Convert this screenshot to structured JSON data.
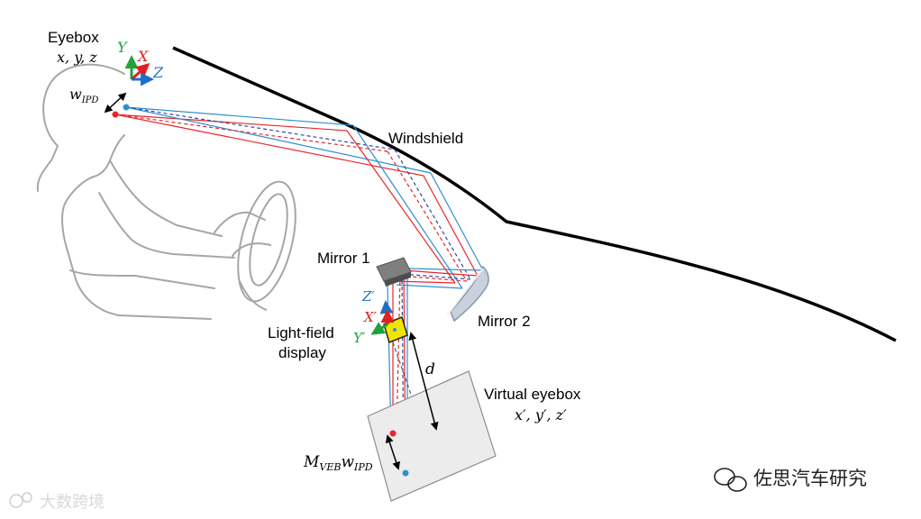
{
  "labels": {
    "eyebox": "Eyebox",
    "eyebox_coords": "x, y, z",
    "w_ipd_top": "w",
    "w_ipd_top_sub": "IPD",
    "windshield": "Windshield",
    "mirror1": "Mirror 1",
    "mirror2": "Mirror 2",
    "lightfield_line1": "Light-field",
    "lightfield_line2": "display",
    "distance": "d",
    "virtual_eyebox": "Virtual eyebox",
    "virtual_coords": "x′, y′, z′",
    "m_veb": "M",
    "m_veb_sub": "VEB",
    "m_w": "w",
    "m_w_sub": "IPD"
  },
  "axes": {
    "eye_y": "Y",
    "eye_x": "X",
    "eye_z": "Z",
    "display_z": "Z′",
    "display_x": "X′",
    "display_y": "Y′"
  },
  "watermarks": {
    "bottom_left": "大数跨境",
    "bottom_right": "佐思汽车研究"
  },
  "colors": {
    "ray_red": "#e8262b",
    "ray_blue": "#2f8fd0",
    "ray_dark_blue": "#2a4fa0",
    "axis_green": "#1fa33a",
    "axis_red": "#e0201f",
    "axis_blue": "#1e6fc6",
    "outline_gray": "#a6a6a6",
    "windshield": "#000000",
    "display_yellow": "#f2e600"
  }
}
